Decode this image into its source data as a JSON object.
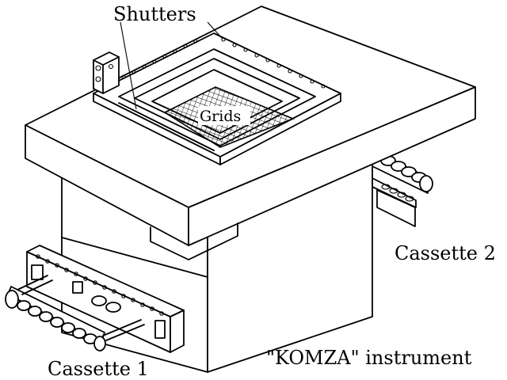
{
  "labels": {
    "shutters": "Shutters",
    "grids": "Grids",
    "cassette_2": "Cassette 2",
    "cassette_1": "Cassette 1",
    "instrument": "\"KOMZA\" instrument"
  },
  "colors": {
    "line": "#000000",
    "background": "#ffffff"
  }
}
